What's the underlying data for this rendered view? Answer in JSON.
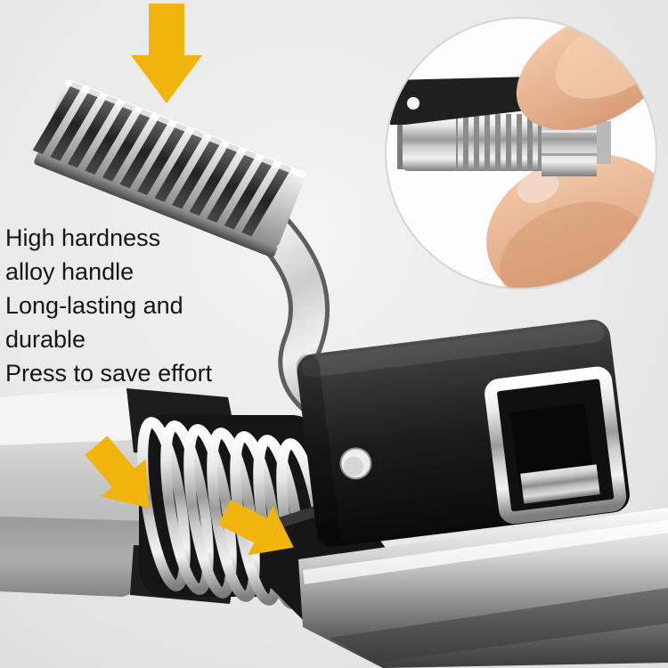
{
  "background": {
    "color": "#e8e8e8"
  },
  "annotations": {
    "lines": [
      "High hardness",
      "alloy handle",
      "Long-lasting and",
      "durable",
      "Press to save effort"
    ]
  },
  "colors": {
    "arrow": "#f1b40c",
    "block": "#1f1f1f",
    "metal_light": "#f5f5f5",
    "metal_dark": "#6f6f6f",
    "text": "#161616"
  }
}
